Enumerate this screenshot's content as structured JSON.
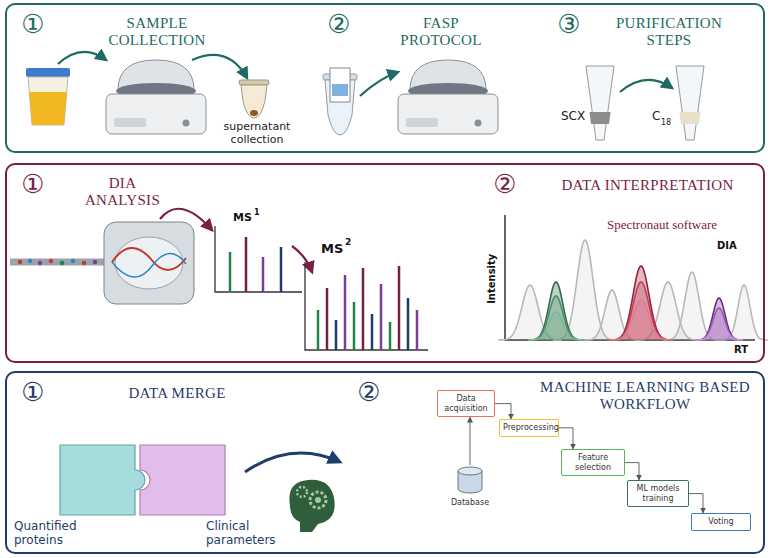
{
  "diagram": {
    "nodes": [
      {
        "text": [
          "①",
          "SAMPLE COLLECTION",
          "②",
          "FASP PROTOCOL",
          "③",
          "PURIFICATION STEPS"
        ]
      },
      {
        "text": [
          "①",
          "DIA ANALYSIS",
          "②",
          "DATA INTERPRETATION"
        ]
      },
      {
        "text": [
          "①",
          "DATA MERGE",
          "②",
          "MACHINE LEARNING BASED WORKFLOW"
        ]
      },
      {
        "text": [
          "Data acquisition"
        ],
        "in": 2
      },
      {
        "text": [
          "Preprocessing"
        ],
        "in": 2
      },
      {
        "text": [
          "Feature selection"
        ],
        "in": 2
      },
      {
        "text": [
          "ML models training"
        ],
        "in": 2
      },
      {
        "text": [
          "Voting"
        ],
        "in": 2
      },
      {
        "text": [
          "Database"
        ],
        "in": 2
      }
    ],
    "edges": [
      {
        "from": 3,
        "to": 4,
        "arrow": "to"
      },
      {
        "from": 4,
        "to": 5,
        "arrow": "to"
      },
      {
        "from": 5,
        "to": 6,
        "arrow": "to"
      },
      {
        "from": 6,
        "to": 7,
        "arrow": "to"
      },
      {
        "from": 8,
        "to": 3,
        "arrow": "to"
      }
    ],
    "labels": [
      "supernatant collection",
      "SCX",
      "C",
      "18",
      "MS",
      "1",
      "MS",
      "2",
      "Intensity",
      "Spectronaut software",
      "DIA",
      "RT",
      "Quantified proteins",
      "Clinical parameters"
    ]
  }
}
